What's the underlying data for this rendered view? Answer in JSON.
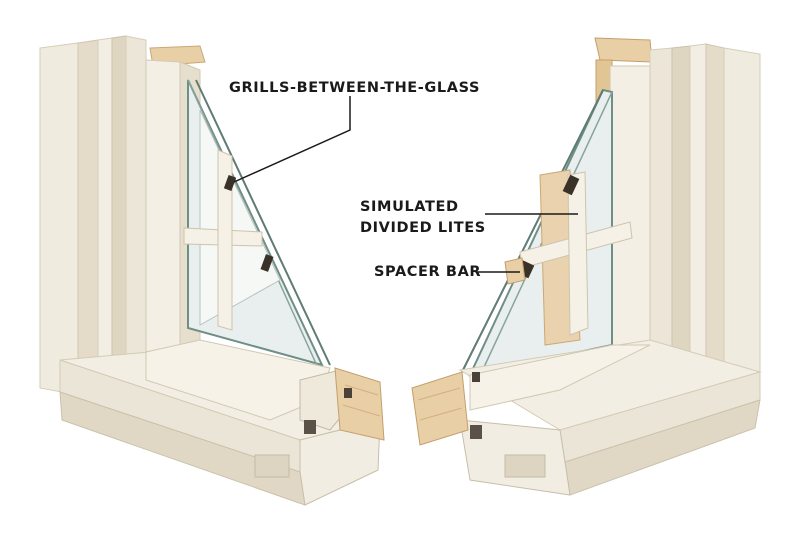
{
  "callouts": {
    "grills": "GRILLS-BETWEEN-THE-GLASS",
    "sdl_line1": "SIMULATED",
    "sdl_line2": "DIVIDED LITES",
    "spacer": "SPACER BAR"
  },
  "colors": {
    "frame_face": "#f2ede1",
    "frame_shadow": "#d8d1bf",
    "frame_dark": "#c4bba7",
    "wood": "#e6c79a",
    "wood_dark": "#cda775",
    "glass": "#e7eeee",
    "glass_edge": "#6f8e86",
    "leader": "#1a1a1a",
    "background": "#ffffff"
  }
}
